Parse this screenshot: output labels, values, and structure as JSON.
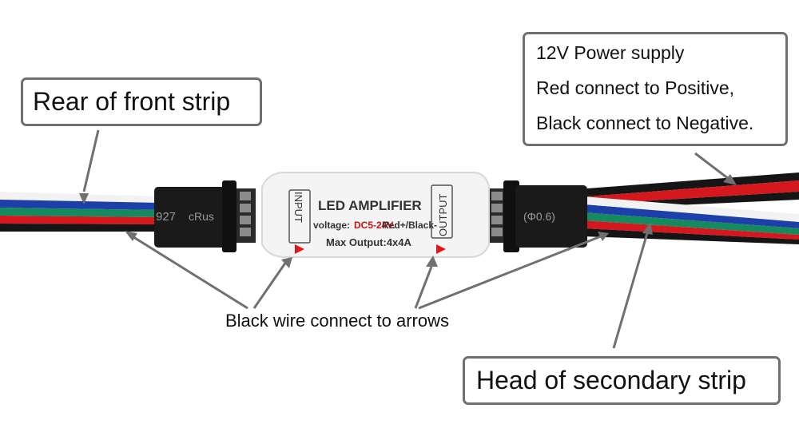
{
  "callouts": {
    "rear_of_front_strip": "Rear of front strip",
    "head_of_secondary_strip": "Head of secondary strip",
    "power_supply": {
      "line1": "12V Power supply",
      "line2": "Red connect to Positive,",
      "line3": "Black connect to Negative."
    },
    "arrows_note": "Black wire connect to arrows"
  },
  "amplifier": {
    "title": "LED AMPLIFIER",
    "voltage_label": "voltage:",
    "voltage_value": "DC5-24V.",
    "polarity": "Red+/Black-",
    "max_output": "Max Output:4x4A",
    "input_label": "INPUT",
    "output_label": "OUTPUT"
  },
  "cable_prints": {
    "left_number": "927",
    "left_mark": "cRus",
    "right_mark": "(Φ0.6)"
  },
  "colors": {
    "wire_white": "#f2f2f2",
    "wire_blue": "#1d3fa8",
    "wire_green": "#148a5e",
    "wire_red": "#d4181e",
    "wire_black": "#151515",
    "arrow_red": "#e01818",
    "voltage_red": "#d01010",
    "callout_border": "#6f6f6f"
  }
}
